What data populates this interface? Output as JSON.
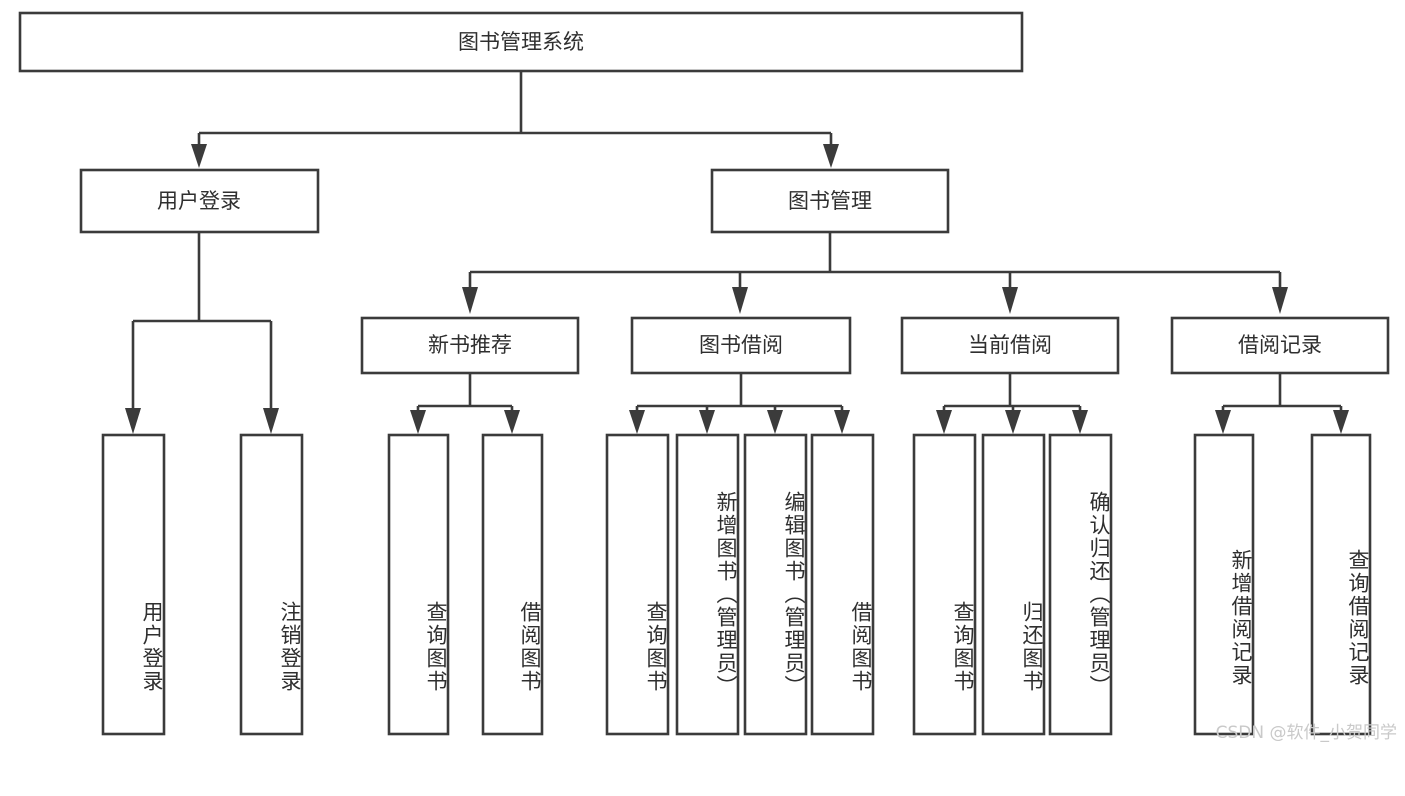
{
  "diagram": {
    "title": "图书管理系统",
    "type": "tree-hierarchy-chart",
    "root": {
      "label": "图书管理系统"
    },
    "level1": [
      {
        "id": "user-login",
        "label": "用户登录"
      },
      {
        "id": "book-management",
        "label": "图书管理"
      }
    ],
    "level2": [
      {
        "id": "new-book-recommend",
        "label": "新书推荐",
        "parent": "book-management"
      },
      {
        "id": "book-borrow",
        "label": "图书借阅",
        "parent": "book-management"
      },
      {
        "id": "current-borrow",
        "label": "当前借阅",
        "parent": "book-management"
      },
      {
        "id": "borrow-record",
        "label": "借阅记录",
        "parent": "book-management"
      }
    ],
    "leaves": {
      "user-login": [
        {
          "id": "leaf-user-login",
          "label": "用户登录"
        },
        {
          "id": "leaf-user-logout",
          "label": "注销登录"
        }
      ],
      "new-book-recommend": [
        {
          "id": "leaf-query-book-1",
          "label": "查询图书"
        },
        {
          "id": "leaf-borrow-book-1",
          "label": "借阅图书"
        }
      ],
      "book-borrow": [
        {
          "id": "leaf-query-book-2",
          "label": "查询图书"
        },
        {
          "id": "leaf-add-book",
          "label": "新增图书（管理员）"
        },
        {
          "id": "leaf-edit-book",
          "label": "编辑图书（管理员）"
        },
        {
          "id": "leaf-borrow-book-2",
          "label": "借阅图书"
        }
      ],
      "current-borrow": [
        {
          "id": "leaf-query-book-3",
          "label": "查询图书"
        },
        {
          "id": "leaf-return-book",
          "label": "归还图书"
        },
        {
          "id": "leaf-confirm-return",
          "label": "确认归还（管理员）"
        }
      ],
      "borrow-record": [
        {
          "id": "leaf-add-record",
          "label": "新增借阅记录"
        },
        {
          "id": "leaf-query-record",
          "label": "查询借阅记录"
        }
      ]
    },
    "colors": {
      "stroke": "#3b3b3b",
      "fill": "#ffffff",
      "text": "#2f2f2f",
      "watermark": "#c9c9c9"
    }
  },
  "watermark": {
    "text": "CSDN @软件_小贺同学"
  }
}
